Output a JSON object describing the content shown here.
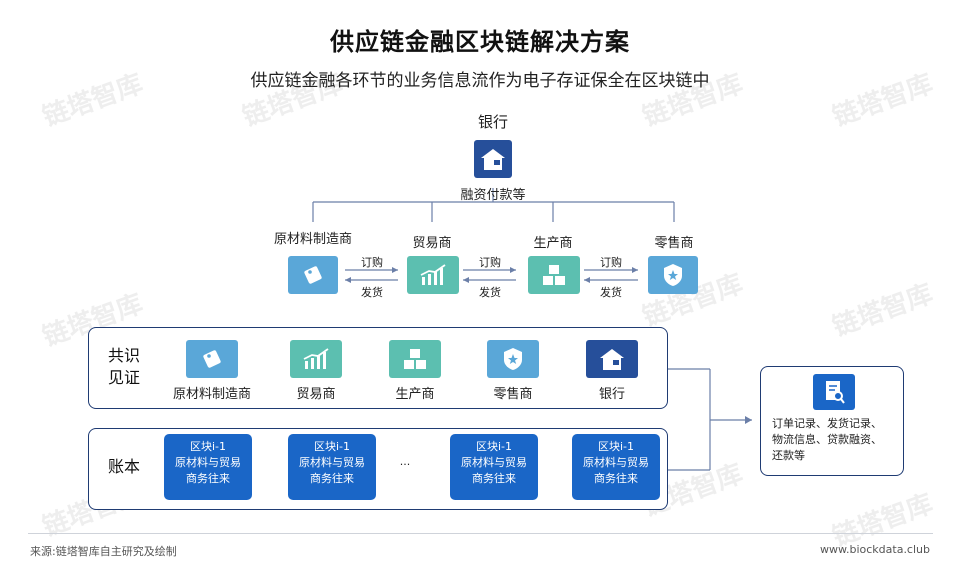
{
  "title": "供应链金融区块链解决方案",
  "subtitle": "供应链金融各环节的业务信息流作为电子存证保全在区块链中",
  "bank": {
    "name": "银行",
    "service": "融资付款等"
  },
  "parties": {
    "raw": "原材料制造商",
    "trade": "贸易商",
    "producer": "生产商",
    "retail": "零售商"
  },
  "flows": {
    "order": "订购",
    "ship": "发货"
  },
  "consensus": {
    "side": [
      "共识",
      "见证"
    ],
    "members": [
      "原材料制造商",
      "贸易商",
      "生产商",
      "零售商",
      "银行"
    ]
  },
  "ledger": {
    "side": "账本",
    "ellipsis": "···",
    "blocks": [
      {
        "title": "区块i-1",
        "line1": "原材料与贸易",
        "line2": "商务往来"
      },
      {
        "title": "区块i-1",
        "line1": "原材料与贸易",
        "line2": "商务往来"
      },
      {
        "title": "区块i-1",
        "line1": "原材料与贸易",
        "line2": "商务往来"
      },
      {
        "title": "区块i-1",
        "line1": "原材料与贸易",
        "line2": "商务往来"
      }
    ]
  },
  "records": {
    "text": [
      "订单记录、发货记录、",
      "物流信息、贷款融资、",
      "还款等"
    ]
  },
  "watermark": "链塔智库",
  "footer": {
    "source": "来源:链塔智库自主研究及绘制",
    "site": "www.biockdata.club"
  },
  "colors": {
    "blue": "#1a66c7",
    "darkblue": "#1f3b73",
    "teal": "#5cbfb0",
    "lightblue": "#5aa7d8",
    "navy": "#264f9a"
  }
}
